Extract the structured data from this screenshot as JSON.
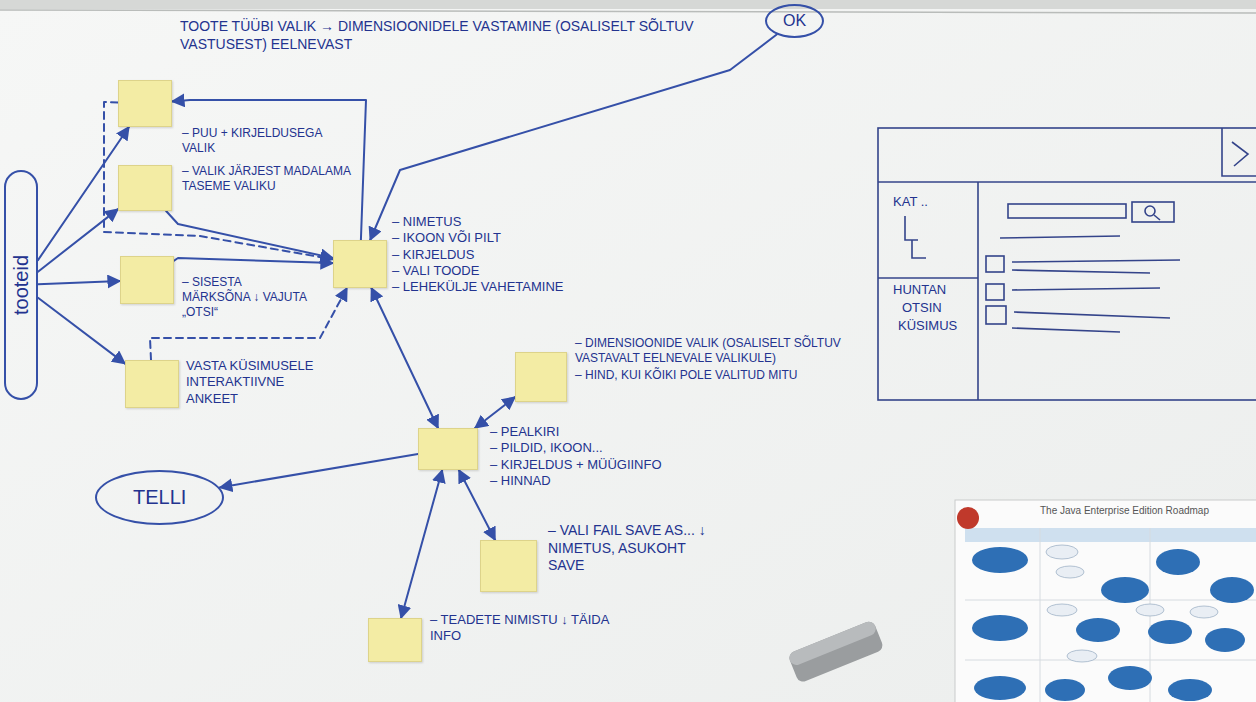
{
  "diagram": {
    "nodes": [
      {
        "text": [
          "tooteid"
        ]
      },
      {
        "text": [
          "TOOTE TÜÜBI VALIK → DIMENSIOONIDELE VASTAMINE (OSALISELT SÕLTUV VASTUSEST) EELNEVAST"
        ]
      },
      {
        "text": [
          "OK"
        ]
      },
      {
        "text": [
          "– PUU + KIRJELDUSEGA VALIK",
          "– VALIK JÄRJEST MADALAMA TASEME VALIKU"
        ]
      },
      {
        "text": [
          "– SISESTA MÄRKSÕNA ↓ VAJUTA „OTSI“"
        ]
      },
      {
        "text": [
          "VASTA KÜSIMUSELE INTERAKTIIVNE ANKEET"
        ]
      },
      {
        "text": [
          "– NIMETUS",
          "– IKOON VÕI PILT",
          "– KIRJELDUS",
          "– VALI TOODE",
          "– LEHEKÜLJE VAHETAMINE"
        ]
      },
      {
        "text": [
          "– DIMENSIOONIDE VALIK (OSALISELT SÕLTUV VASTAVALT EELNEVALE VALIKULE)",
          "– HIND, KUI KÕIKI POLE VALITUD MITU"
        ]
      },
      {
        "text": [
          "– PEALKIRI",
          "– PILDID, IKOON...",
          "– KIRJELDUS + MÜÜGIINFO",
          "– HINNAD"
        ]
      },
      {
        "text": [
          "TELLI"
        ]
      },
      {
        "text": [
          "– VALI FAIL SAVE AS... ↓ NIMETUS, ASUKOHT SAVE"
        ]
      },
      {
        "text": [
          "– TEADETE NIMISTU ↓ TÄIDA INFO"
        ]
      }
    ],
    "edges": [
      {
        "from": 0,
        "to": 1,
        "arrow": "to"
      },
      {
        "from": 0,
        "to": 3,
        "arrow": "to"
      },
      {
        "from": 0,
        "to": 4,
        "arrow": "to"
      },
      {
        "from": 0,
        "to": 5,
        "arrow": "to"
      },
      {
        "from": 1,
        "to": 6,
        "arrow": "to"
      },
      {
        "from": 3,
        "to": 6,
        "arrow": "to"
      },
      {
        "from": 4,
        "to": 6,
        "arrow": "to"
      },
      {
        "from": 5,
        "to": 6,
        "arrow": "to"
      },
      {
        "from": 2,
        "to": 6,
        "arrow": "to"
      },
      {
        "from": 6,
        "to": 1,
        "arrow": "to"
      },
      {
        "from": 6,
        "to": 8,
        "arrow": "both"
      },
      {
        "from": 7,
        "to": 8,
        "arrow": "both"
      },
      {
        "from": 8,
        "to": 9,
        "arrow": "to"
      },
      {
        "from": 8,
        "to": 10,
        "arrow": "both"
      },
      {
        "from": 8,
        "to": 11,
        "arrow": "both"
      }
    ],
    "labels": [
      "KAT ..",
      "HUNTAN",
      "OTSIN",
      "KÜSIMUS",
      "The Java Enterprise Edition Roadmap"
    ]
  }
}
